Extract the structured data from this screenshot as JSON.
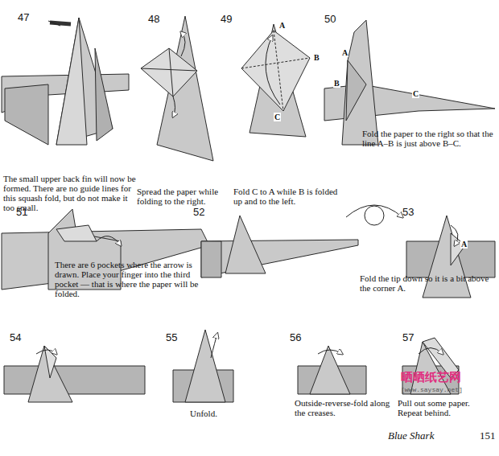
{
  "diagram": {
    "labels": [
      "47",
      "The small upper back fin will now be formed. There are no guide lines for this squash fold, but do not make it too small.",
      "48",
      "Spread the paper while folding to the right.",
      "49",
      "A",
      "B",
      "C",
      "Fold C to A while B is folded up and to the left.",
      "50",
      "A",
      "B",
      "C",
      "Fold the paper to the right so that the line A–B is just above B–C.",
      "51",
      "There are 6 pockets where the arrow is drawn. Place your finger into the third pocket — that is where the paper will be folded.",
      "52",
      "53",
      "A",
      "Fold the tip down so it is a bit above the corner A.",
      "54",
      "55",
      "Unfold.",
      "56",
      "Outside-reverse-fold along the creases.",
      "57",
      "Pull out some paper. Repeat behind.",
      "晒晒纸艺网",
      "[www.saysay.net]",
      "Blue Shark",
      "151"
    ]
  }
}
